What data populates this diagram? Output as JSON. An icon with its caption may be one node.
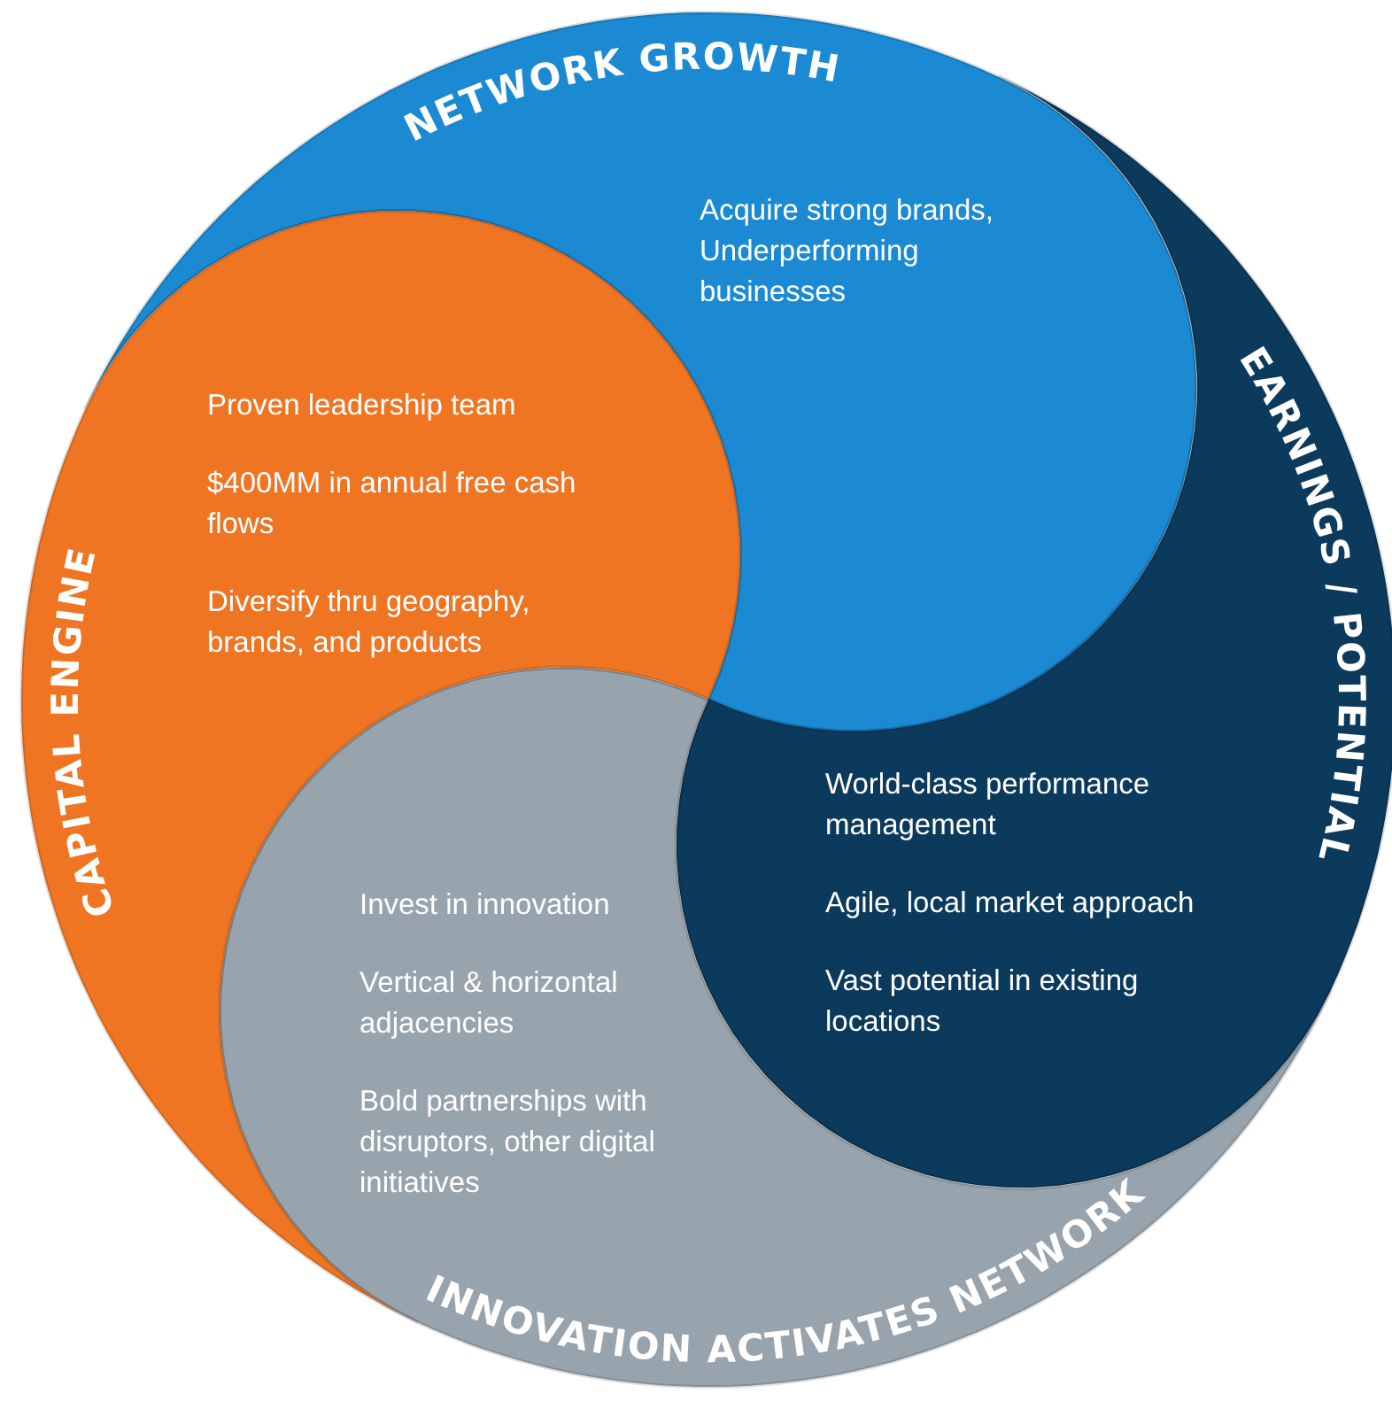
{
  "diagram": {
    "nodes": [
      {
        "text": [
          "NETWORK GROWTH",
          "Acquire strong brands, Underperforming businesses"
        ]
      },
      {
        "text": [
          "EARNINGS / POTENTIAL",
          "World-class performance management",
          "Agile, local market approach",
          "Vast potential in existing locations"
        ]
      },
      {
        "text": [
          "INNOVATION ACTIVATES NETWORK",
          "Invest in innovation",
          "Vertical & horizontal adjacencies",
          "Bold partnerships with disruptors, other digital initiatives"
        ]
      },
      {
        "text": [
          "CAPITAL ENGINE",
          "Proven leadership team",
          "$400MM in annual free cash flows",
          "Diversify thru geography, brands, and products"
        ]
      }
    ]
  }
}
